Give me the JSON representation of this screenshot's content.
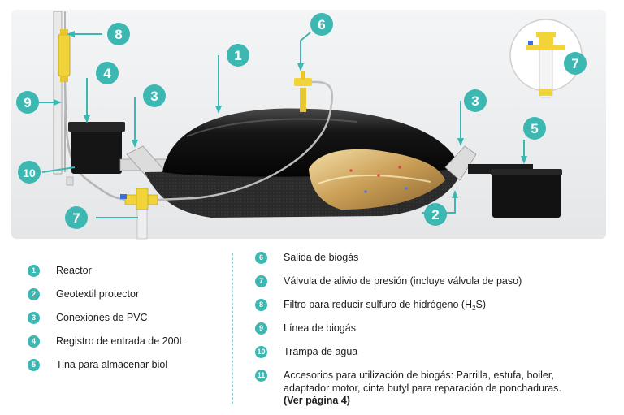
{
  "callouts": [
    "1",
    "2",
    "3",
    "3",
    "4",
    "5",
    "6",
    "7",
    "7",
    "8",
    "9",
    "10"
  ],
  "legend_left": [
    {
      "num": "1",
      "text": "Reactor"
    },
    {
      "num": "2",
      "text": "Geotextil protector"
    },
    {
      "num": "3",
      "text": "Conexiones de PVC"
    },
    {
      "num": "4",
      "text": "Registro de entrada de 200L"
    },
    {
      "num": "5",
      "text": "Tina para almacenar biol"
    }
  ],
  "legend_right": [
    {
      "num": "6",
      "text": "Salida de biogás"
    },
    {
      "num": "7",
      "text": "Válvula de alivio de presión (incluye válvula de paso)"
    },
    {
      "num": "8",
      "text_before": "Filtro para reducir sulfuro de hidrógeno (H",
      "sub": "2",
      "text_after": "S)"
    },
    {
      "num": "9",
      "text": "Línea de biogás"
    },
    {
      "num": "10",
      "text": "Trampa de agua"
    },
    {
      "num": "11",
      "text": "Accesorios para utilización de biogás: Parrilla, estufa, boiler, adaptador motor, cinta butyl para reparación de ponchaduras.",
      "bold": "(Ver página 4)"
    }
  ],
  "colors": {
    "accent": "#3cb7b2",
    "reactor": "#111111",
    "fitting_yellow": "#f2d33a",
    "pvc": "#d9d9d9",
    "bag": "#d8b874"
  }
}
